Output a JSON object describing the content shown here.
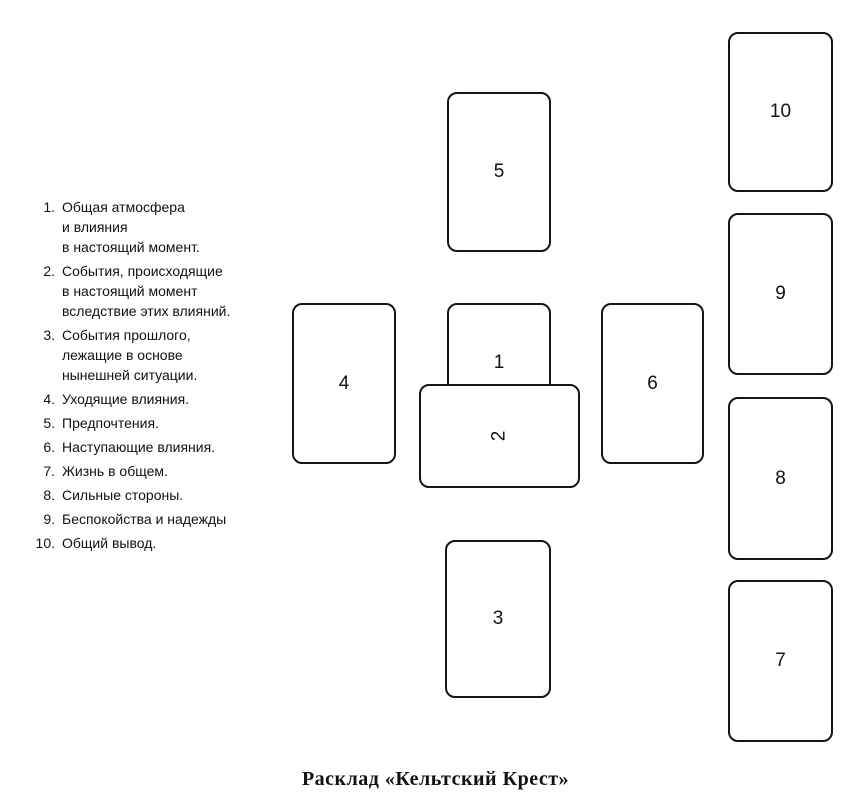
{
  "caption": "Расклад «Кельтский Крест»",
  "legend": {
    "items": [
      {
        "num": "1.",
        "lines": [
          "Общая атмосфера",
          "и влияния",
          "в настоящий момент."
        ]
      },
      {
        "num": "2.",
        "lines": [
          "События, происходящие",
          "в настоящий момент",
          "вследствие этих влияний."
        ]
      },
      {
        "num": "3.",
        "lines": [
          "События прошлого,",
          "лежащие в основе",
          "нынешней ситуации."
        ]
      },
      {
        "num": "4.",
        "lines": [
          "Уходящие влияния."
        ]
      },
      {
        "num": "5.",
        "lines": [
          "Предпочтения."
        ]
      },
      {
        "num": "6.",
        "lines": [
          "Наступающие влияния."
        ]
      },
      {
        "num": "7.",
        "lines": [
          "Жизнь в общем."
        ]
      },
      {
        "num": "8.",
        "lines": [
          "Сильные стороны."
        ]
      },
      {
        "num": "9.",
        "lines": [
          "Беспокойства и надежды"
        ]
      },
      {
        "num": "10.",
        "lines": [
          "Общий вывод."
        ]
      }
    ]
  },
  "cards": {
    "c1": "1",
    "c2": "2",
    "c3": "3",
    "c4": "4",
    "c5": "5",
    "c6": "6",
    "c7": "7",
    "c8": "8",
    "c9": "9",
    "c10": "10"
  }
}
